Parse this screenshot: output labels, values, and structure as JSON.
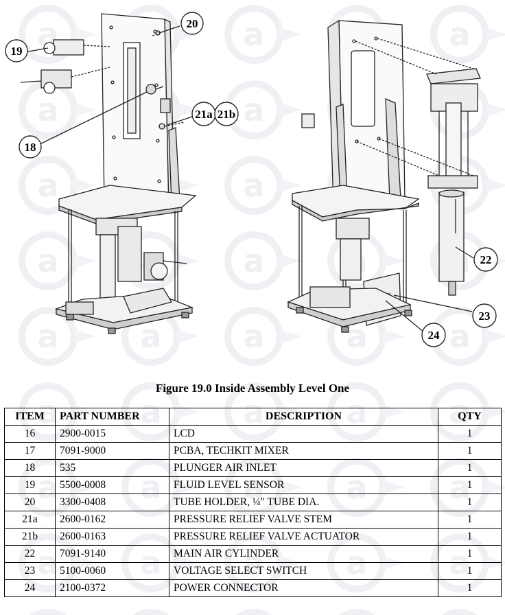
{
  "figure": {
    "callouts": {
      "c18": "18",
      "c19": "19",
      "c20": "20",
      "c21a": "21a",
      "c21b": "21b",
      "c22": "22",
      "c23": "23",
      "c24": "24"
    },
    "caption": "Figure 19.0 Inside Assembly Level One"
  },
  "table": {
    "headers": {
      "item": "ITEM",
      "part_number": "PART NUMBER",
      "description": "DESCRIPTION",
      "qty": "QTY"
    },
    "rows": [
      {
        "item": "16",
        "part_number": "2900-0015",
        "description": "LCD",
        "qty": "1"
      },
      {
        "item": "17",
        "part_number": "7091-9000",
        "description": "PCBA, TECHKIT MIXER",
        "qty": "1"
      },
      {
        "item": "18",
        "part_number": "535",
        "description": "PLUNGER AIR INLET",
        "qty": "1"
      },
      {
        "item": "19",
        "part_number": "5500-0008",
        "description": "FLUID LEVEL SENSOR",
        "qty": "1"
      },
      {
        "item": "20",
        "part_number": "3300-0408",
        "description": "TUBE HOLDER, ¼\" TUBE DIA.",
        "qty": "1"
      },
      {
        "item": "21a",
        "part_number": "2600-0162",
        "description": "PRESSURE RELIEF VALVE STEM",
        "qty": "1"
      },
      {
        "item": "21b",
        "part_number": "2600-0163",
        "description": "PRESSURE RELIEF VALVE ACTUATOR",
        "qty": "1"
      },
      {
        "item": "22",
        "part_number": "7091-9140",
        "description": "MAIN AIR CYLINDER",
        "qty": "1"
      },
      {
        "item": "23",
        "part_number": "5100-0060",
        "description": "VOLTAGE SELECT SWITCH",
        "qty": "1"
      },
      {
        "item": "24",
        "part_number": "2100-0372",
        "description": "POWER CONNECTOR",
        "qty": "1"
      }
    ]
  }
}
